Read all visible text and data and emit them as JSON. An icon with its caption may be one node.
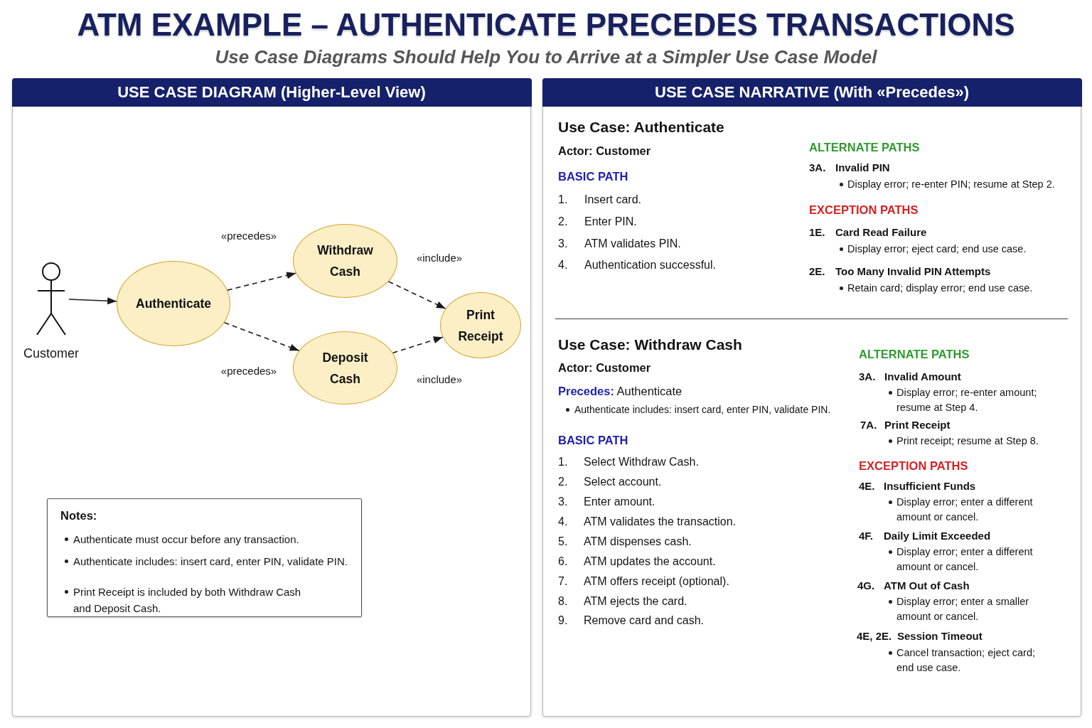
{
  "diagram": {
    "title": "ATM EXAMPLE – AUTHENTICATE PRECEDES TRANSACTIONS",
    "nodes": [
      {
        "text": [
          "USE CASE DIAGRAM (Higher-Level View)"
        ]
      },
      {
        "text": [],
        "shape": "person",
        "beside": [
          "Customer"
        ],
        "in": 0
      },
      {
        "text": [
          "Authenticate"
        ],
        "in": 0
      },
      {
        "text": [
          "Withdraw Cash"
        ],
        "in": 0
      },
      {
        "text": [
          "Deposit Cash"
        ],
        "in": 0
      },
      {
        "text": [
          "Print Receipt"
        ],
        "in": 0
      },
      {
        "text": [
          "Notes:",
          "Authenticate must occur before any transaction.",
          "Authenticate includes: insert card, enter PIN, validate PIN.",
          "Print Receipt is included by both Withdraw Cash and Deposit Cash."
        ],
        "in": 0
      },
      {
        "text": [
          "USE CASE NARRATIVE (With «Precedes»)"
        ]
      }
    ],
    "edges": [
      {
        "from": 1,
        "to": 2,
        "arrow": "to"
      },
      {
        "from": 2,
        "to": 3,
        "arrow": "to",
        "style": "dashed",
        "label": "«precedes»"
      },
      {
        "from": 2,
        "to": 4,
        "arrow": "to",
        "style": "dashed",
        "label": "«precedes»"
      },
      {
        "from": 3,
        "to": 5,
        "arrow": "to",
        "style": "dashed",
        "label": "«include»"
      },
      {
        "from": 4,
        "to": 5,
        "arrow": "to",
        "style": "dashed",
        "label": "«include»"
      }
    ],
    "labels": [
      "Use Case Diagrams Should Help You to Arrive at a Simpler Use Case Model",
      "Use Case: Authenticate",
      "Actor: Customer",
      "BASIC PATH",
      "1.",
      "Insert card.",
      "2.",
      "Enter PIN.",
      "3.",
      "ATM validates PIN.",
      "4.",
      "Authentication successful.",
      "ALTERNATE PATHS",
      "3A.",
      "Invalid PIN",
      "Display error; re-enter PIN; resume at Step 2.",
      "EXCEPTION PATHS",
      "1E.",
      "Card Read Failure",
      "Display error; eject card; end use case.",
      "2E.",
      "Too Many Invalid PIN Attempts",
      "Retain card; display error; end use case.",
      "Use Case: Withdraw Cash",
      "Actor: Customer",
      "**Precedes:** Authenticate",
      "Authenticate includes: insert card, enter PIN, validate PIN.",
      "BASIC PATH",
      "1.",
      "Select Withdraw Cash.",
      "2.",
      "Select account.",
      "3.",
      "Enter amount.",
      "4.",
      "ATM validates the transaction.",
      "5.",
      "ATM dispenses cash.",
      "6.",
      "ATM updates the account.",
      "7.",
      "ATM offers receipt (optional).",
      "8.",
      "ATM ejects the card.",
      "9.",
      "Remove card and cash.",
      "ALTERNATE PATHS",
      "3A.",
      "Invalid Amount",
      "Display error; re-enter amount; resume at Step 4.",
      "7A.",
      "Print Receipt",
      "Print receipt; resume at Step 8.",
      "EXCEPTION PATHS",
      "4E.",
      "Insufficient Funds",
      "Display error; enter a different amount or cancel.",
      "4F.",
      "Daily Limit Exceeded",
      "Display error; enter a different amount or cancel.",
      "4G.",
      "ATM Out of Cash",
      "Display error; enter a smaller amount or cancel.",
      "4E, 2E.",
      "Session Timeout",
      "Cancel transaction; eject card; end use case."
    ]
  }
}
